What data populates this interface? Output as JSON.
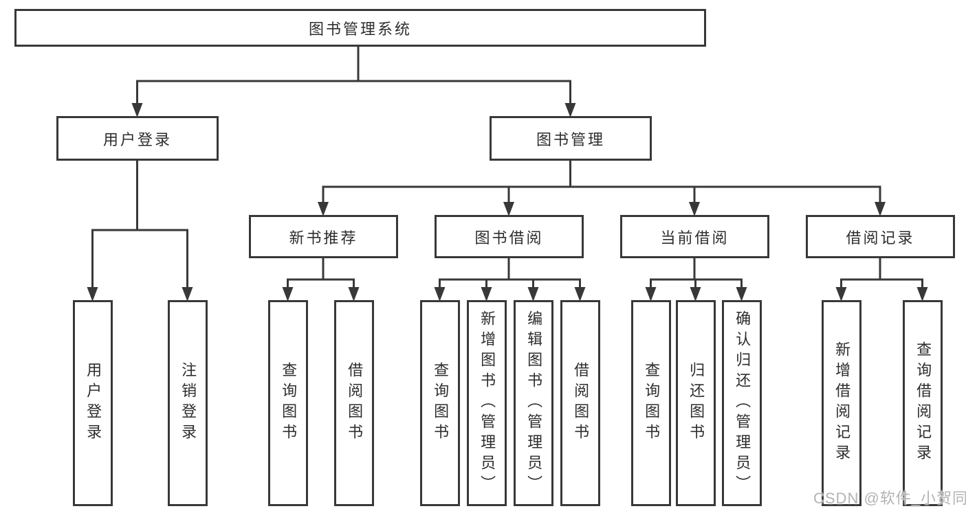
{
  "tree": {
    "label": "图书管理系统",
    "children": [
      {
        "label": "用户登录",
        "children": [
          {
            "label": "用户登录"
          },
          {
            "label": "注销登录"
          }
        ]
      },
      {
        "label": "图书管理",
        "children": [
          {
            "label": "新书推荐",
            "children": [
              {
                "label": "查询图书"
              },
              {
                "label": "借阅图书"
              }
            ]
          },
          {
            "label": "图书借阅",
            "children": [
              {
                "label": "查询图书"
              },
              {
                "label": "新增图书（管理员）"
              },
              {
                "label": "编辑图书（管理员）"
              },
              {
                "label": "借阅图书"
              }
            ]
          },
          {
            "label": "当前借阅",
            "children": [
              {
                "label": "查询图书"
              },
              {
                "label": "归还图书"
              },
              {
                "label": "确认归还（管理员）"
              }
            ]
          },
          {
            "label": "借阅记录",
            "children": [
              {
                "label": "新增借阅记录"
              },
              {
                "label": "查询借阅记录"
              }
            ]
          }
        ]
      }
    ]
  },
  "watermark": {
    "text": "CSDN @软件_小贺同学"
  },
  "colors": {
    "line": "#383838",
    "text": "#2d2d2d",
    "background": "#ffffff",
    "watermark": "#b3b3b3"
  }
}
